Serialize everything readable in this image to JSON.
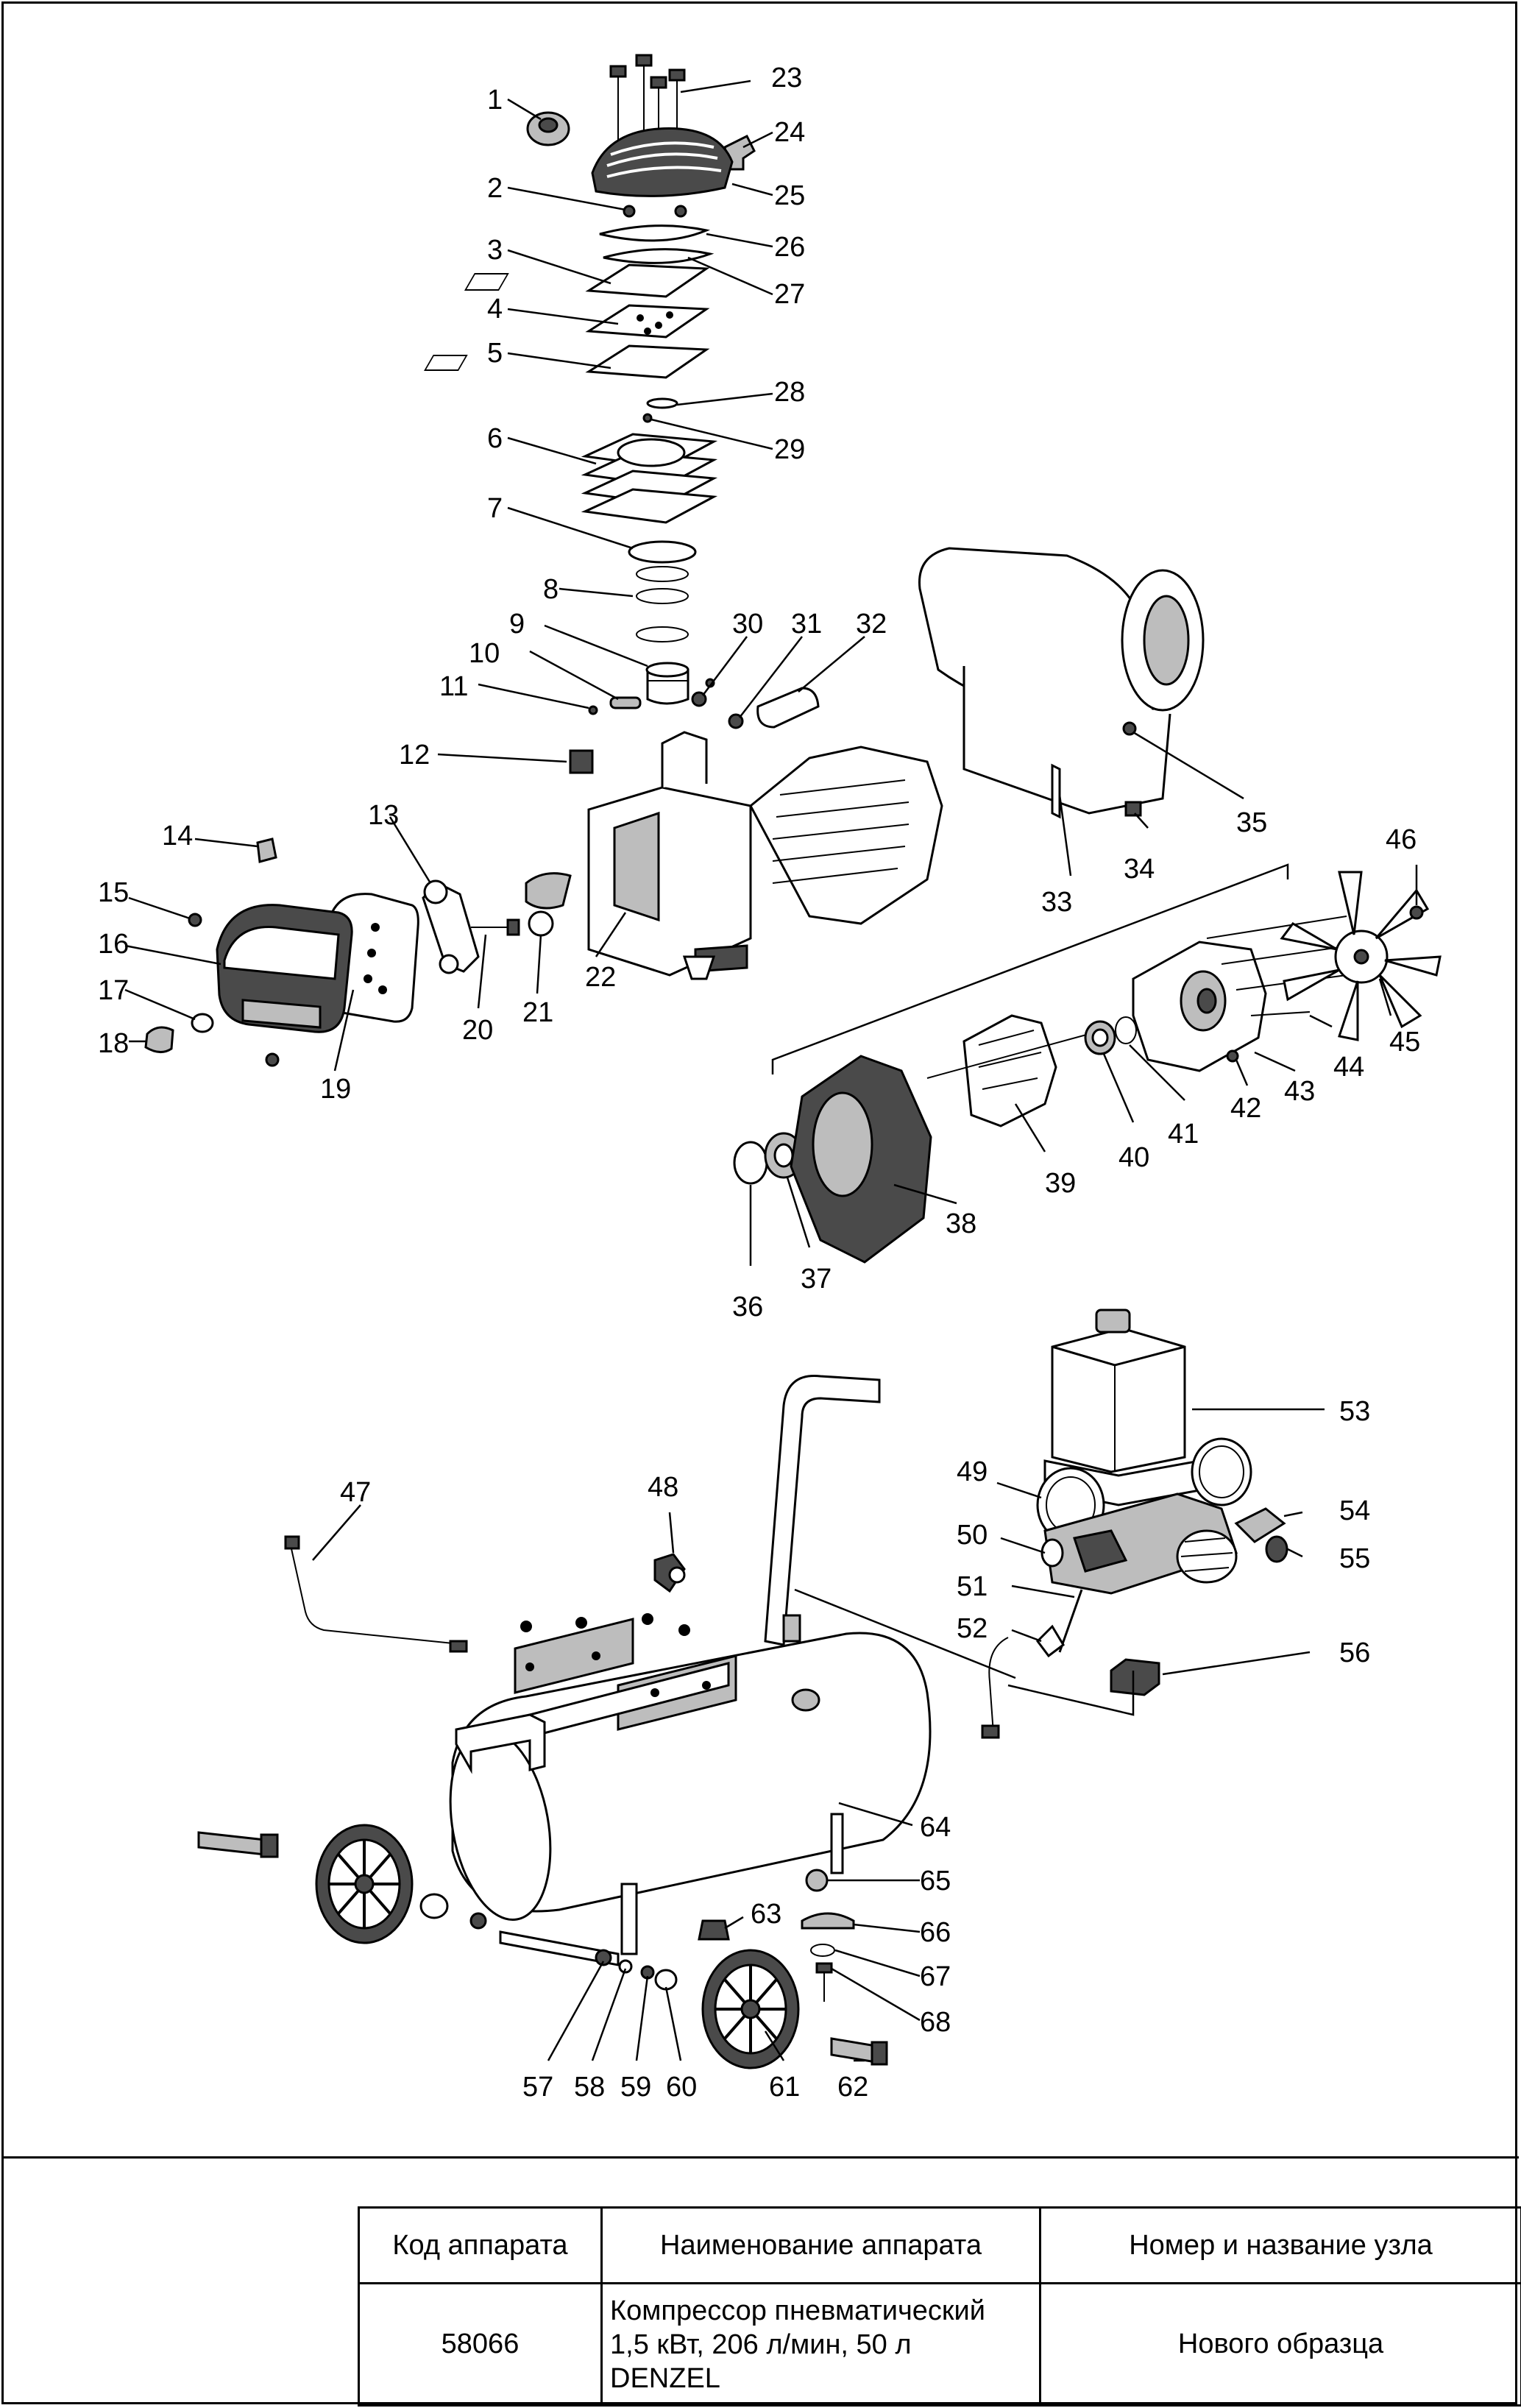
{
  "callouts": [
    "1",
    "2",
    "3",
    "4",
    "5",
    "6",
    "7",
    "8",
    "9",
    "10",
    "11",
    "12",
    "13",
    "14",
    "15",
    "16",
    "17",
    "18",
    "19",
    "20",
    "21",
    "22",
    "23",
    "24",
    "25",
    "26",
    "27",
    "28",
    "29",
    "30",
    "31",
    "32",
    "33",
    "34",
    "35",
    "36",
    "37",
    "38",
    "39",
    "40",
    "41",
    "42",
    "43",
    "44",
    "45",
    "46",
    "47",
    "48",
    "49",
    "50",
    "51",
    "52",
    "53",
    "54",
    "55",
    "56",
    "57",
    "58",
    "59",
    "60",
    "61",
    "62",
    "63",
    "64",
    "65",
    "66",
    "67",
    "68"
  ],
  "table": {
    "headers": [
      "Код аппарата",
      "Наименование аппарата",
      "Номер и название узла"
    ],
    "code": "58066",
    "name_lines": [
      "Компрессор пневматический",
      "1,5 кВт, 206 л/мин, 50 л",
      "DENZEL"
    ],
    "node": "Нового образца"
  }
}
